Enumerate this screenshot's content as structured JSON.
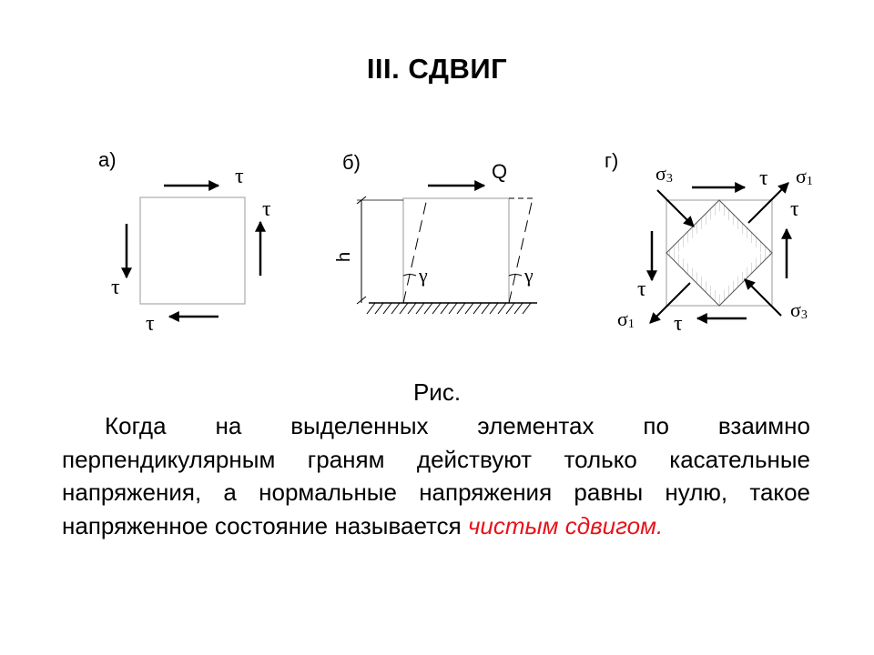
{
  "title": "III. СДВИГ",
  "panels": {
    "a": {
      "label": "а)",
      "tau": "τ"
    },
    "b": {
      "label": "б)",
      "force": "Q",
      "height": "h",
      "angle": "γ"
    },
    "g": {
      "label": "г)",
      "tau": "τ",
      "sigma1": "σ",
      "sigma1_sub": "1",
      "sigma3": "σ",
      "sigma3_sub": "3"
    }
  },
  "caption": "Рис.",
  "paragraph_main": "Когда на выделенных элементах по взаимно перпендикулярным граням действуют только касательные напряжения, а нормальные напряжения равны нулю, такое напряженное состояние называется ",
  "paragraph_highlight": "чистым сдвигом.",
  "colors": {
    "highlight": "#e8131a",
    "text": "#000000",
    "outline": "#b0b0b0"
  }
}
